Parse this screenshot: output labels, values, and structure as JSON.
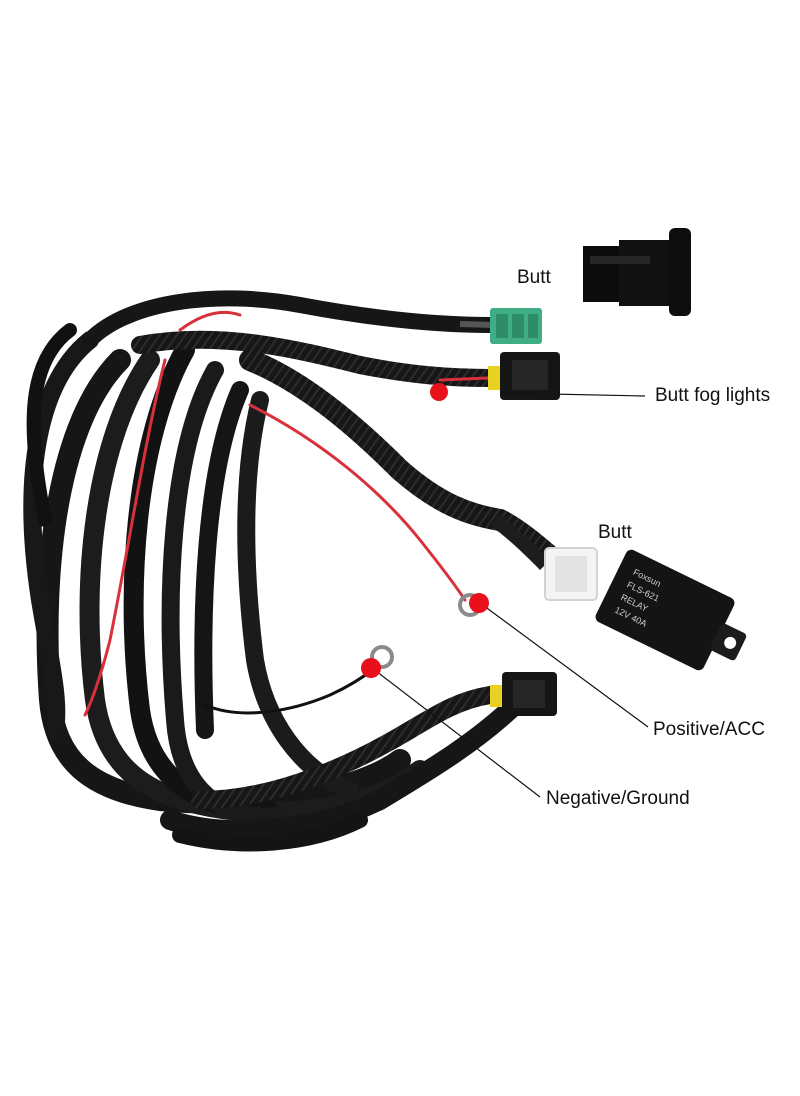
{
  "labels": {
    "switch": "Butt",
    "fog_lights": "Butt fog lights",
    "relay": "Butt",
    "positive": "Positive/ACC",
    "negative": "Negative/Ground"
  },
  "relay_print": {
    "brand": "Foxsun",
    "model": "FLS-621",
    "type": "RELAY",
    "rating": "12V 40A"
  },
  "colors": {
    "background": "#ffffff",
    "cable": "#161616",
    "red_wire": "#d8313b",
    "marker_dot": "#e8101a",
    "green_connector": "#3fae84",
    "white_connector": "#f4f4f4",
    "yellow_seal": "#e7d21f",
    "pointer_line": "#111111"
  }
}
